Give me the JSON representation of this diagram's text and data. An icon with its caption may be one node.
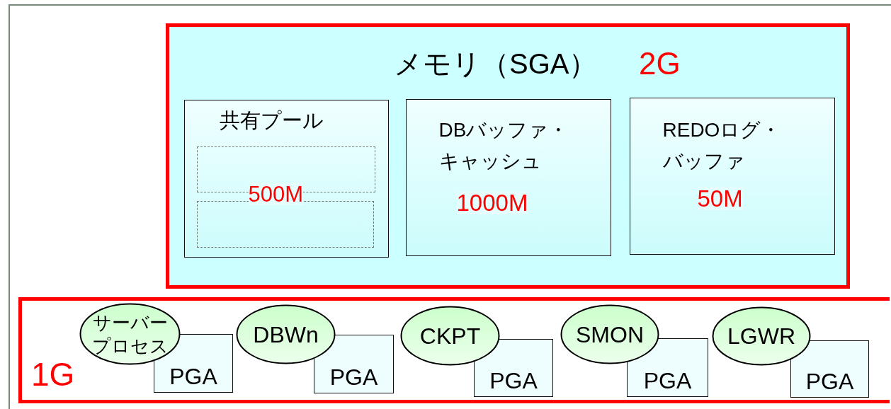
{
  "diagram": {
    "nodes": [
      {
        "text": [
          "メモリ（SGA）",
          "2G"
        ]
      },
      {
        "text": [
          "共有プール",
          "500M"
        ],
        "in": 0
      },
      {
        "text": [],
        "shape": "box",
        "in": 1
      },
      {
        "text": [],
        "shape": "box",
        "in": 1
      },
      {
        "text": [
          "DBバッファ・キャッシュ",
          "1000M"
        ],
        "in": 0
      },
      {
        "text": [
          "REDOログ・バッファ",
          "50M"
        ],
        "in": 0
      },
      {
        "text": [
          "1G"
        ]
      },
      {
        "text": [
          "サーバープロセス"
        ],
        "in": 6
      },
      {
        "text": [
          "PGA"
        ],
        "in": 6
      },
      {
        "text": [
          "DBWn"
        ],
        "in": 6
      },
      {
        "text": [
          "PGA"
        ],
        "in": 6
      },
      {
        "text": [
          "CKPT"
        ],
        "in": 6
      },
      {
        "text": [
          "PGA"
        ],
        "in": 6
      },
      {
        "text": [
          "SMON"
        ],
        "in": 6
      },
      {
        "text": [
          "PGA"
        ],
        "in": 6
      },
      {
        "text": [
          "LGWR"
        ],
        "in": 6
      },
      {
        "text": [
          "PGA"
        ],
        "in": 6
      }
    ]
  }
}
